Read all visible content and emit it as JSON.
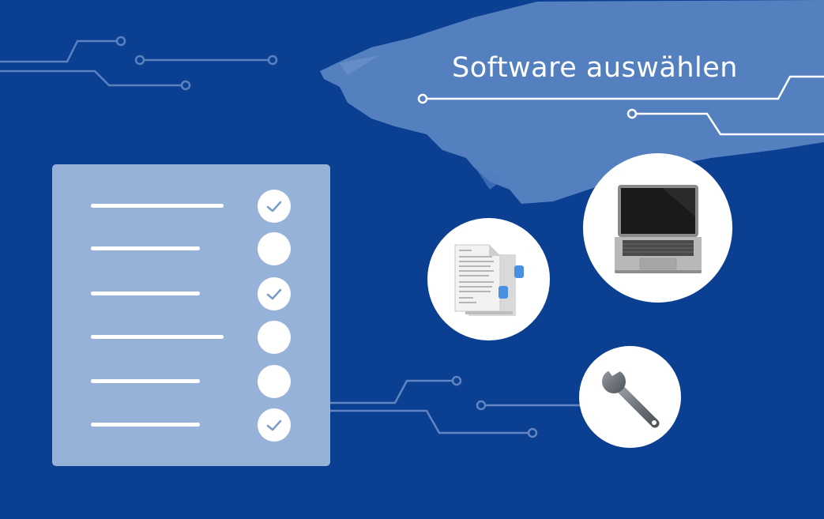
{
  "banner": {
    "title": "Software auswählen"
  },
  "checklist": {
    "items": [
      {
        "checked": true,
        "line": "long"
      },
      {
        "checked": false,
        "line": "short"
      },
      {
        "checked": true,
        "line": "short"
      },
      {
        "checked": false,
        "line": "long"
      },
      {
        "checked": false,
        "line": "short"
      },
      {
        "checked": true,
        "line": "short"
      }
    ]
  },
  "icons": [
    "documents-icon",
    "laptop-icon",
    "wrench-icon"
  ],
  "colors": {
    "background": "#0b3f92",
    "brush": "#5b86c4",
    "card": "#97b2d9",
    "check": "#7a9ccd",
    "white": "#ffffff"
  }
}
